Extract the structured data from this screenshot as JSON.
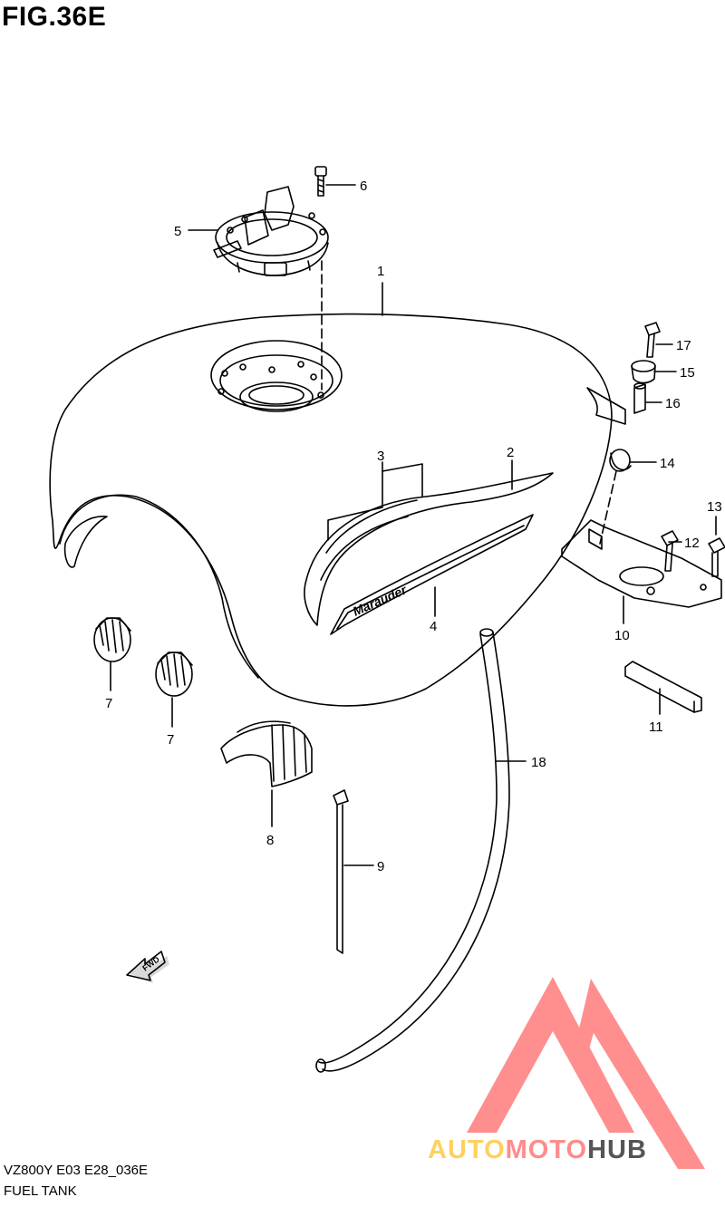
{
  "figure": {
    "title": "FIG.36E",
    "model_code": "VZ800Y E03 E28_036E",
    "section_name": "FUEL TANK",
    "fwd_label": "FWD",
    "tank_emblem_text": "Marauder"
  },
  "callouts": {
    "c1": "1",
    "c2": "2",
    "c3": "3",
    "c4": "4",
    "c5": "5",
    "c6": "6",
    "c7a": "7",
    "c7b": "7",
    "c8": "8",
    "c9": "9",
    "c10": "10",
    "c11": "11",
    "c12": "12",
    "c13": "13",
    "c14": "14",
    "c15": "15",
    "c16": "16",
    "c17": "17",
    "c18": "18"
  },
  "watermark": {
    "part1": "AUTO",
    "part2": "MOTO",
    "part3": "HUB",
    "colors": {
      "auto": "#ffd060",
      "moto": "#ff8c8c",
      "hub": "#555555",
      "triangle": "#ff7b7b"
    }
  }
}
